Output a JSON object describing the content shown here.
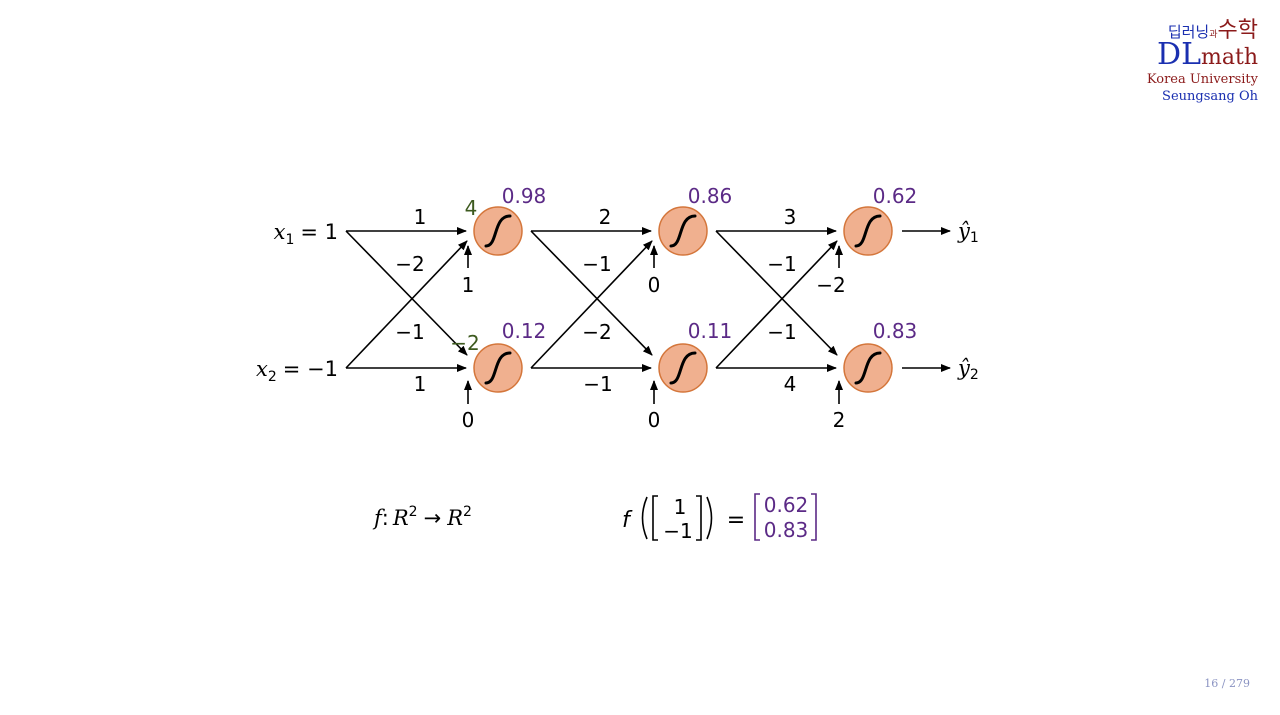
{
  "logo": {
    "korean_left": "딥러닝",
    "korean_conj": "과",
    "korean_right": "수학",
    "dl": "DL",
    "math": "math",
    "university": "Korea University",
    "author": "Seungsang Oh"
  },
  "page": {
    "current": "16",
    "total": "279",
    "separator": " / "
  },
  "inputs": [
    {
      "lhs_var": "x",
      "lhs_sub": "1",
      "eq": "= 1"
    },
    {
      "lhs_var": "x",
      "lhs_sub": "2",
      "eq": "= −1"
    }
  ],
  "outputs": [
    {
      "var": "ŷ",
      "sub": "1"
    },
    {
      "var": "ŷ",
      "sub": "2"
    }
  ],
  "neurons": [
    {
      "id": "h1a",
      "activation": "0.98",
      "bias": "1"
    },
    {
      "id": "h1b",
      "activation": "0.12",
      "bias": "0"
    },
    {
      "id": "h2a",
      "activation": "0.86",
      "bias": "0"
    },
    {
      "id": "h2b",
      "activation": "0.11",
      "bias": "0"
    },
    {
      "id": "outa",
      "activation": "0.62",
      "bias": "−2"
    },
    {
      "id": "outb",
      "activation": "0.83",
      "bias": "2"
    }
  ],
  "preactivations": [
    "4",
    "−2"
  ],
  "weights": {
    "layer1": {
      "top_straight": "1",
      "top_to_bottom": "−2",
      "bottom_to_top": "−1",
      "bottom_straight": "1"
    },
    "layer2": {
      "top_straight": "2",
      "top_to_bottom": "−1",
      "bottom_to_top": "−2",
      "bottom_straight": "−1"
    },
    "layer3": {
      "top_straight": "3",
      "top_to_bottom": "−1",
      "bottom_to_top": "−1",
      "bottom_straight": "4"
    }
  },
  "formula": {
    "map_f": "f",
    "map_colon": ":",
    "domain": "R",
    "domain_exp": "2",
    "arrow": "→",
    "codomain": "R",
    "codomain_exp": "2",
    "eval_f": "f",
    "input_vec": [
      "1",
      "−1"
    ],
    "equals": "=",
    "output_vec": [
      "0.62",
      "0.83"
    ]
  },
  "colors": {
    "neuron_fill": "#f0b08f",
    "neuron_stroke": "#d4763b",
    "activation_text": "#5b2a86",
    "preactivation_text": "#3d5a1f",
    "line": "#000000"
  }
}
